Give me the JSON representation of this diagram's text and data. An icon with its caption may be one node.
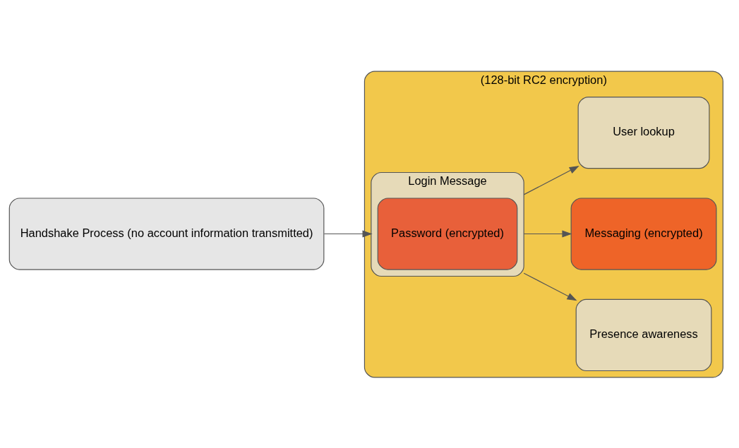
{
  "diagram": {
    "nodes": [
      {
        "text": [
          "(128-bit RC2 encryption)"
        ]
      },
      {
        "text": [
          "Handshake Process (no account information transmitted)"
        ]
      },
      {
        "text": [
          "Login Message"
        ],
        "in": 0
      },
      {
        "text": [
          "Password (encrypted)"
        ],
        "in": 2
      },
      {
        "text": [
          "Presence awareness"
        ],
        "in": 0
      },
      {
        "text": [
          "Messaging (encrypted)"
        ],
        "in": 0
      },
      {
        "text": [
          "User lookup"
        ],
        "in": 0
      }
    ],
    "edges": [
      {
        "from": 1,
        "to": 2,
        "arrow": "to"
      },
      {
        "from": 2,
        "to": 4,
        "arrow": "to"
      },
      {
        "from": 2,
        "to": 5,
        "arrow": "to"
      },
      {
        "from": 2,
        "to": 6,
        "arrow": "to"
      }
    ]
  }
}
